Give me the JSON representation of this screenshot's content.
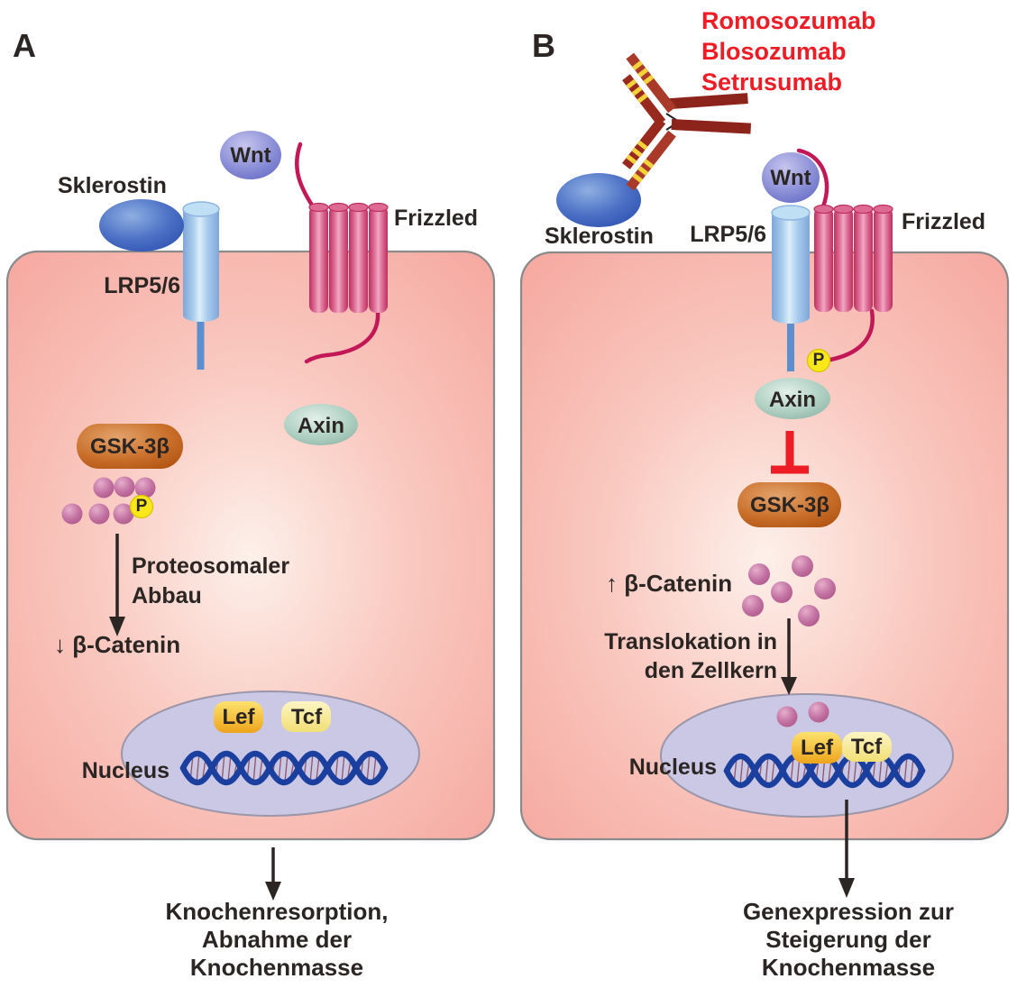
{
  "panel_a": {
    "label": "A",
    "sklerostin": "Sklerostin",
    "wnt": "Wnt",
    "lrp": "LRP5/6",
    "frizzled": "Frizzled",
    "axin": "Axin",
    "gsk": "GSK-3β",
    "phosphate": "P",
    "process_line1": "Proteosomaler",
    "process_line2": "Abbau",
    "beta_catenin": "↓ β-Catenin",
    "nucleus": "Nucleus",
    "lef": "Lef",
    "tcf": "Tcf",
    "outcome_line1": "Knochenresorption,",
    "outcome_line2": "Abnahme der",
    "outcome_line3": "Knochenmasse"
  },
  "panel_b": {
    "label": "B",
    "drugs": [
      "Romosozumab",
      "Blosozumab",
      "Setrusumab"
    ],
    "sklerostin": "Sklerostin",
    "wnt": "Wnt",
    "lrp": "LRP5/6",
    "frizzled": "Frizzled",
    "phosphate": "P",
    "axin": "Axin",
    "gsk": "GSK-3β",
    "beta_catenin": "↑ β-Catenin",
    "translocation_line1": "Translokation in",
    "translocation_line2": "den Zellkern",
    "nucleus": "Nucleus",
    "lef": "Lef",
    "tcf": "Tcf",
    "outcome_line1": "Genexpression zur",
    "outcome_line2": "Steigerung der",
    "outcome_line3": "Knochenmasse"
  },
  "colors": {
    "drug_text": "#ee1c25",
    "inhibition_symbol": "#ee1c25",
    "label_text": "#2b2523",
    "membrane_fill": "#f5a59d",
    "nucleus_fill": "#cbc8e6",
    "dna_strand": "#1b3f9e",
    "receptor_frizzled": "#de7099",
    "receptor_lrp": "#a9ccec",
    "sklerostin_fill": "#2f55b2",
    "wnt_fill": "#5c62c0",
    "axin_fill": "#9ec2b3",
    "gsk_fill": "#c96f2a",
    "beta_catenin_fill": "#c272a2",
    "phosphate_fill": "#f8e71a",
    "antibody_fill": "#97291e"
  }
}
